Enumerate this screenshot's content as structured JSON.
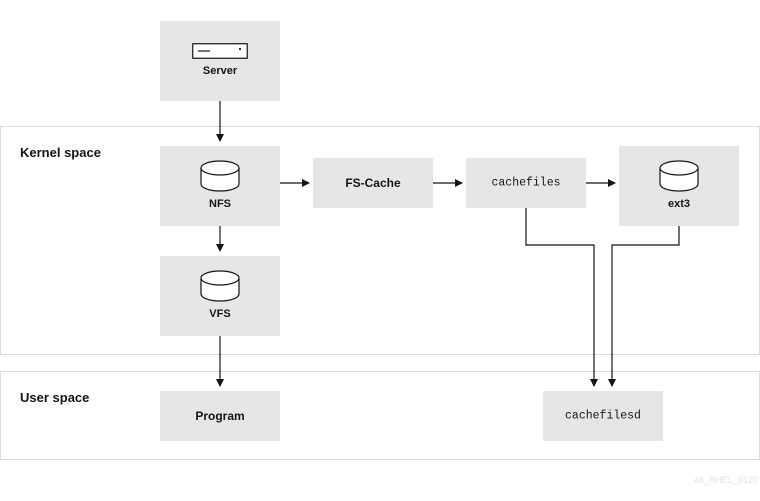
{
  "regions": {
    "kernel": {
      "label": "Kernel space"
    },
    "user": {
      "label": "User space"
    }
  },
  "nodes": {
    "server": {
      "label": "Server",
      "icon": "server-icon"
    },
    "nfs": {
      "label": "NFS",
      "icon": "database-icon"
    },
    "vfs": {
      "label": "VFS",
      "icon": "database-icon"
    },
    "fscache": {
      "label": "FS-Cache"
    },
    "cachefiles": {
      "label": "cachefiles"
    },
    "ext3": {
      "label": "ext3",
      "icon": "database-icon"
    },
    "program": {
      "label": "Program"
    },
    "cachefilesd": {
      "label": "cachefilesd"
    }
  },
  "connections": [
    {
      "from": "Server",
      "to": "NFS"
    },
    {
      "from": "NFS",
      "to": "FS-Cache"
    },
    {
      "from": "FS-Cache",
      "to": "cachefiles"
    },
    {
      "from": "cachefiles",
      "to": "ext3"
    },
    {
      "from": "NFS",
      "to": "VFS"
    },
    {
      "from": "VFS",
      "to": "Program"
    },
    {
      "from": "cachefiles",
      "to": "cachefilesd"
    },
    {
      "from": "ext3",
      "to": "cachefilesd"
    }
  ],
  "watermark": "46_RHEL_0120",
  "colors": {
    "node_fill": "#e6e6e6",
    "region_border": "#dcdcdc",
    "line": "#151515"
  }
}
